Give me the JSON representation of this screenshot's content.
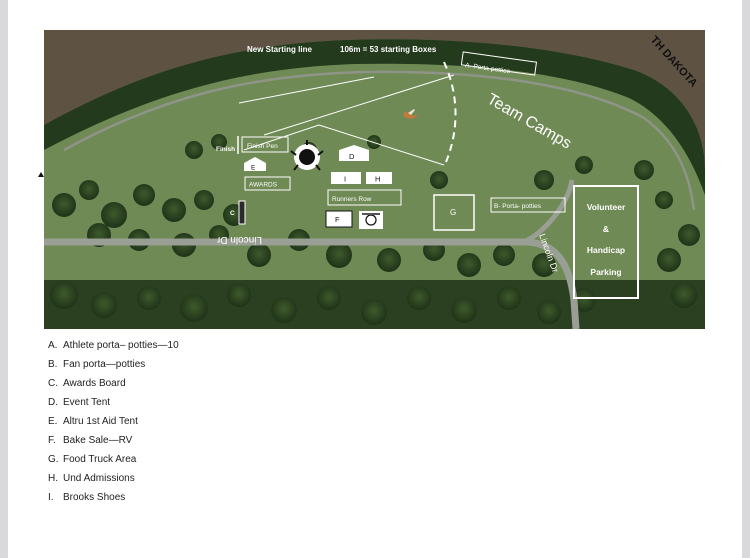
{
  "map": {
    "starting_line": "New Starting line",
    "starting_boxes": "106m = 53 starting Boxes",
    "north_dakota": "TH DAKOTA",
    "porta_a": "A- Porta-potties",
    "team_camps": "Team Camps",
    "finish": "Finish",
    "finish_pen": "Finish Pen",
    "awards": "AWARDS",
    "runners_row": "Runners Row",
    "porta_b": "B- Porta- potties",
    "volunteer_lines": [
      "Volunteer",
      "&",
      "Handicap",
      "Parking"
    ],
    "road_left": "Lincoln Dr",
    "road_right": "Lincoln Dr",
    "markers": {
      "c": "C",
      "d": "D",
      "e": "E",
      "f": "F",
      "g": "G",
      "h": "H",
      "i": "I"
    }
  },
  "legend": [
    {
      "letter": "A.",
      "text": "Athlete porta– potties—10"
    },
    {
      "letter": "B.",
      "text": "Fan  porta—potties"
    },
    {
      "letter": "C.",
      "text": "Awards Board"
    },
    {
      "letter": "D.",
      "text": "Event Tent"
    },
    {
      "letter": "E.",
      "text": "Altru 1st Aid Tent"
    },
    {
      "letter": "F.",
      "text": "Bake Sale—RV"
    },
    {
      "letter": "G.",
      "text": "Food Truck Area"
    },
    {
      "letter": "H.",
      "text": "Und Admissions"
    },
    {
      "letter": "I.",
      "text": "Brooks Shoes"
    }
  ]
}
